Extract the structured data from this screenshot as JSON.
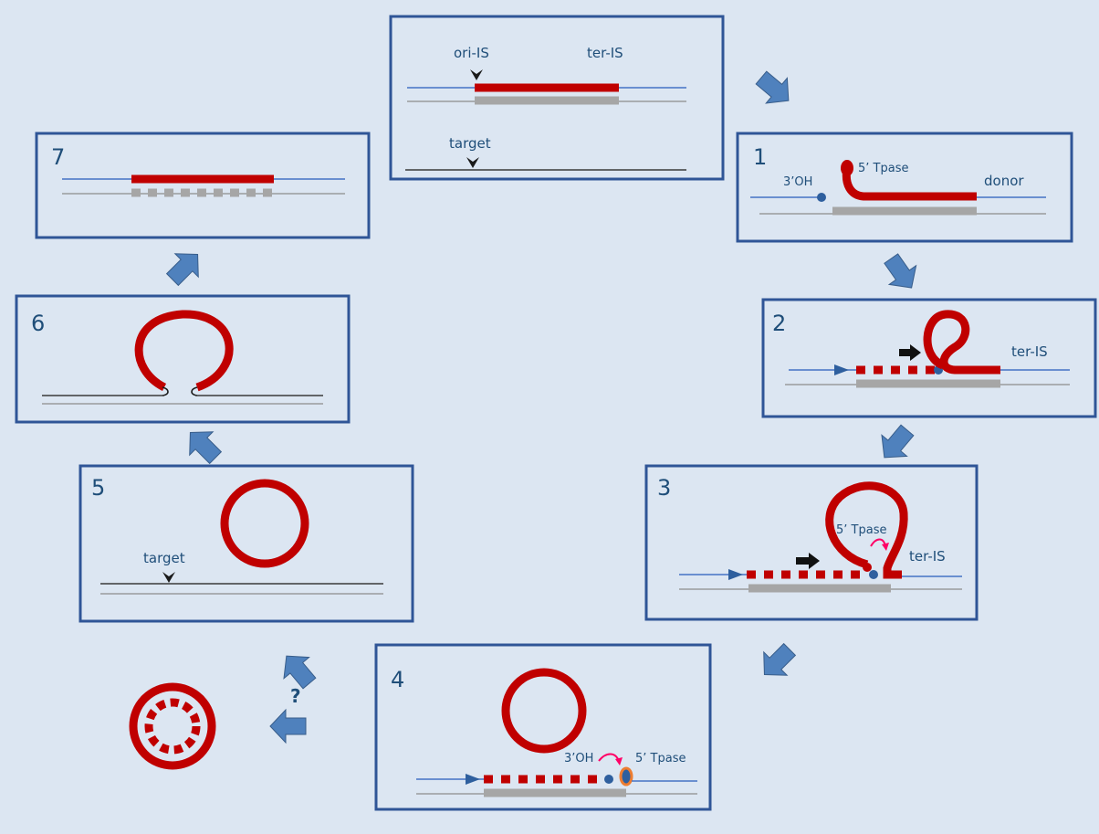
{
  "colors": {
    "background": "#dce6f2",
    "panel_border": "#2f5597",
    "is_element": "#c00000",
    "complement": "#a6a6a6",
    "arrow": "#4f81bd",
    "label": "#1f4e79",
    "accent": "#ff0066"
  },
  "top_panel": {
    "ori_label": "ori-IS",
    "ter_label": "ter-IS",
    "target_label": "target"
  },
  "steps": {
    "s1": {
      "num": "1",
      "oh_label": "3’OH",
      "tpase_label": "5’ Tpase",
      "donor_label": "donor"
    },
    "s2": {
      "num": "2",
      "ter_label": "ter-IS"
    },
    "s3": {
      "num": "3",
      "tpase_label": "5’ Tpase",
      "ter_label": "ter-IS"
    },
    "s4": {
      "num": "4",
      "oh_label": "3’OH",
      "tpase_label": "5’ Tpase"
    },
    "s5": {
      "num": "5",
      "target_label": "target"
    },
    "s6": {
      "num": "6"
    },
    "s7": {
      "num": "7"
    }
  },
  "question_mark": "?"
}
